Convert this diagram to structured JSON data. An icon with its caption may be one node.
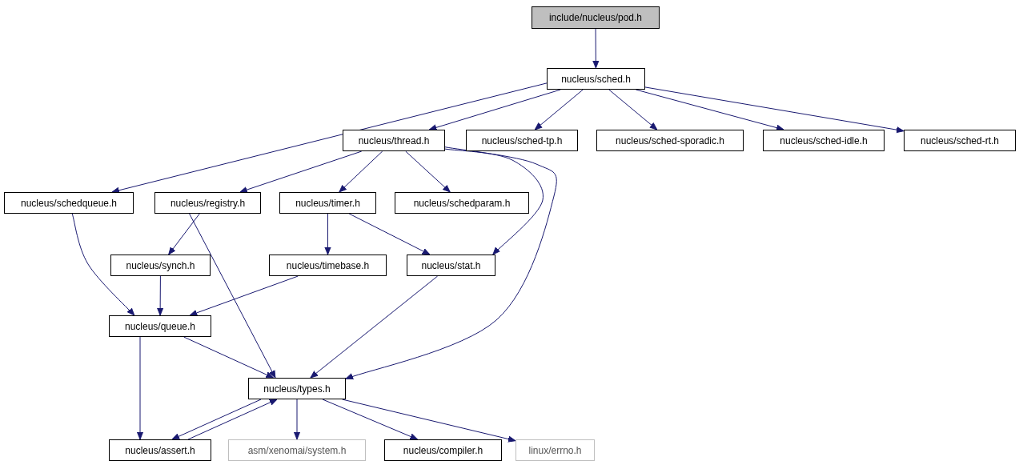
{
  "diagram": {
    "nodes": [
      {
        "text": [
          "include/nucleus/pod.h"
        ]
      },
      {
        "text": [
          "nucleus/sched.h"
        ]
      },
      {
        "text": [
          "nucleus/thread.h"
        ]
      },
      {
        "text": [
          "nucleus/sched-tp.h"
        ]
      },
      {
        "text": [
          "nucleus/sched-sporadic.h"
        ]
      },
      {
        "text": [
          "nucleus/sched-idle.h"
        ]
      },
      {
        "text": [
          "nucleus/sched-rt.h"
        ]
      },
      {
        "text": [
          "nucleus/schedqueue.h"
        ]
      },
      {
        "text": [
          "nucleus/registry.h"
        ]
      },
      {
        "text": [
          "nucleus/timer.h"
        ]
      },
      {
        "text": [
          "nucleus/schedparam.h"
        ]
      },
      {
        "text": [
          "nucleus/synch.h"
        ]
      },
      {
        "text": [
          "nucleus/timebase.h"
        ]
      },
      {
        "text": [
          "nucleus/stat.h"
        ]
      },
      {
        "text": [
          "nucleus/queue.h"
        ]
      },
      {
        "text": [
          "nucleus/types.h"
        ]
      },
      {
        "text": [
          "nucleus/assert.h"
        ]
      },
      {
        "text": [
          "asm/xenomai/system.h"
        ]
      },
      {
        "text": [
          "nucleus/compiler.h"
        ]
      },
      {
        "text": [
          "linux/errno.h"
        ]
      }
    ],
    "edges": [
      {
        "from": 0,
        "to": 1,
        "arrow": "to"
      },
      {
        "from": 1,
        "to": 2,
        "arrow": "to"
      },
      {
        "from": 1,
        "to": 3,
        "arrow": "to"
      },
      {
        "from": 1,
        "to": 4,
        "arrow": "to"
      },
      {
        "from": 1,
        "to": 5,
        "arrow": "to"
      },
      {
        "from": 1,
        "to": 6,
        "arrow": "to"
      },
      {
        "from": 1,
        "to": 7,
        "arrow": "to"
      },
      {
        "from": 2,
        "to": 8,
        "arrow": "to"
      },
      {
        "from": 2,
        "to": 9,
        "arrow": "to"
      },
      {
        "from": 2,
        "to": 10,
        "arrow": "to"
      },
      {
        "from": 2,
        "to": 13,
        "arrow": "to"
      },
      {
        "from": 2,
        "to": 15,
        "arrow": "to"
      },
      {
        "from": 7,
        "to": 14,
        "arrow": "to"
      },
      {
        "from": 8,
        "to": 11,
        "arrow": "to"
      },
      {
        "from": 8,
        "to": 15,
        "arrow": "to"
      },
      {
        "from": 9,
        "to": 12,
        "arrow": "to"
      },
      {
        "from": 9,
        "to": 13,
        "arrow": "to"
      },
      {
        "from": 11,
        "to": 14,
        "arrow": "to"
      },
      {
        "from": 12,
        "to": 14,
        "arrow": "to"
      },
      {
        "from": 13,
        "to": 15,
        "arrow": "to"
      },
      {
        "from": 14,
        "to": 15,
        "arrow": "to"
      },
      {
        "from": 14,
        "to": 16,
        "arrow": "to"
      },
      {
        "from": 15,
        "to": 16,
        "arrow": "to"
      },
      {
        "from": 16,
        "to": 15,
        "arrow": "to"
      },
      {
        "from": 15,
        "to": 17,
        "arrow": "to"
      },
      {
        "from": 15,
        "to": 18,
        "arrow": "to"
      },
      {
        "from": 15,
        "to": 19,
        "arrow": "to"
      }
    ]
  }
}
